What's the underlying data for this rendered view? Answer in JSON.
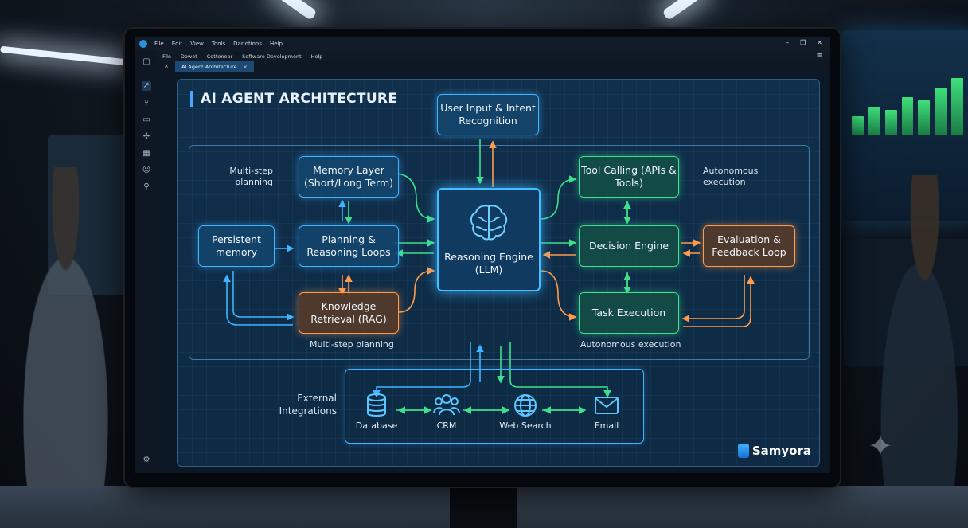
{
  "window": {
    "menu": [
      "File",
      "Edit",
      "View",
      "Tools",
      "Dariotions",
      "Help"
    ],
    "submenu": [
      "File",
      "Dowet",
      "Cottonear",
      "Software Development",
      "Help"
    ],
    "tab_label": "AI Agent Architecture",
    "tab_close": "×",
    "close_glyph": "×",
    "controls": [
      "–",
      "❐",
      "✕"
    ],
    "menu_icon": "≡"
  },
  "diagram": {
    "title": "AI AGENT ARCHITECTURE",
    "nodes": {
      "user_input": "User Input & Intent Recognition",
      "memory_layer": "Memory Layer (Short/Long Term)",
      "persistent_memory": "Persistent memory",
      "planning": "Planning & Reasoning Loops",
      "knowledge": "Knowledge Retrieval (RAG)",
      "core": "Reasoning Engine (LLM)",
      "tool_calling": "Tool Calling (APIs & Tools)",
      "decision": "Decision Engine",
      "evaluation": "Evaluation & Feedback Loop",
      "task": "Task Execution"
    },
    "notes": {
      "multi_step_left": "Multi-step planning",
      "autonomous_right": "Autonomous execution",
      "multi_step_bottom": "Multi-step planning",
      "autonomous_bottom": "Autonomous execution",
      "external": "External Integrations"
    },
    "integrations": [
      "Database",
      "CRM",
      "Web Search",
      "Email"
    ],
    "brand": "Samyora"
  },
  "colors": {
    "blue": "#3fb4ff",
    "green": "#3de08c",
    "orange": "#ff9b4a",
    "background": "#0e2a44"
  },
  "icons": [
    "database-icon",
    "users-icon",
    "globe-icon",
    "mail-icon",
    "brain-icon"
  ]
}
